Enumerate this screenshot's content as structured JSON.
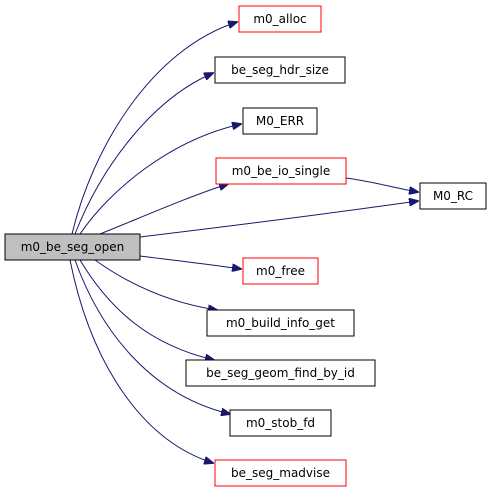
{
  "colors": {
    "root_fill": "#bfbfbf",
    "node_fill": "#ffffff",
    "border_black": "#000000",
    "border_red": "#ff0000",
    "edge": "#191970"
  },
  "nodes": {
    "root": {
      "label": "m0_be_seg_open",
      "border": "black",
      "fill": "grey"
    },
    "m0_alloc": {
      "label": "m0_alloc",
      "border": "red"
    },
    "be_seg_hdr_size": {
      "label": "be_seg_hdr_size",
      "border": "black"
    },
    "M0_ERR": {
      "label": "M0_ERR",
      "border": "black"
    },
    "m0_be_io_single": {
      "label": "m0_be_io_single",
      "border": "red"
    },
    "M0_RC": {
      "label": "M0_RC",
      "border": "black"
    },
    "m0_free": {
      "label": "m0_free",
      "border": "red"
    },
    "m0_build_info_get": {
      "label": "m0_build_info_get",
      "border": "black"
    },
    "be_seg_geom_find_by_id": {
      "label": "be_seg_geom_find_by_id",
      "border": "black"
    },
    "m0_stob_fd": {
      "label": "m0_stob_fd",
      "border": "black"
    },
    "be_seg_madvise": {
      "label": "be_seg_madvise",
      "border": "red"
    }
  },
  "edges": [
    {
      "from": "root",
      "to": "m0_alloc"
    },
    {
      "from": "root",
      "to": "be_seg_hdr_size"
    },
    {
      "from": "root",
      "to": "M0_ERR"
    },
    {
      "from": "root",
      "to": "m0_be_io_single"
    },
    {
      "from": "root",
      "to": "M0_RC"
    },
    {
      "from": "m0_be_io_single",
      "to": "M0_RC"
    },
    {
      "from": "root",
      "to": "m0_free"
    },
    {
      "from": "root",
      "to": "m0_build_info_get"
    },
    {
      "from": "root",
      "to": "be_seg_geom_find_by_id"
    },
    {
      "from": "root",
      "to": "m0_stob_fd"
    },
    {
      "from": "root",
      "to": "be_seg_madvise"
    }
  ]
}
